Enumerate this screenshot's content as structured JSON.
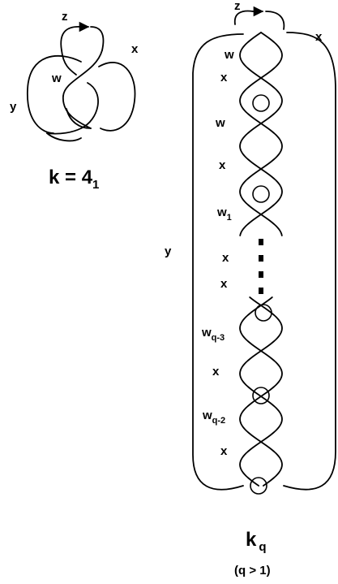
{
  "knot_left": {
    "labels": {
      "z": "z",
      "x": "x",
      "w": "w",
      "y": "y"
    },
    "title_main": "k = 4",
    "title_sub": "1"
  },
  "knot_right": {
    "top_labels": {
      "z": "z",
      "x": "x",
      "y": "y"
    },
    "rows": [
      {
        "label": "w",
        "sub": ""
      },
      {
        "label": "x",
        "sub": ""
      },
      {
        "label": "w",
        "sub": ""
      },
      {
        "label": "x",
        "sub": ""
      },
      {
        "label": "w",
        "sub": "1"
      },
      {
        "label": "x",
        "sub": ""
      },
      {
        "label": "x",
        "sub": ""
      },
      {
        "label": "w",
        "sub": "q-3"
      },
      {
        "label": "x",
        "sub": ""
      },
      {
        "label": "w",
        "sub": "q-2"
      },
      {
        "label": "x",
        "sub": ""
      }
    ],
    "title_main": "k",
    "title_sub": "q",
    "condition": "(q > 1)"
  }
}
